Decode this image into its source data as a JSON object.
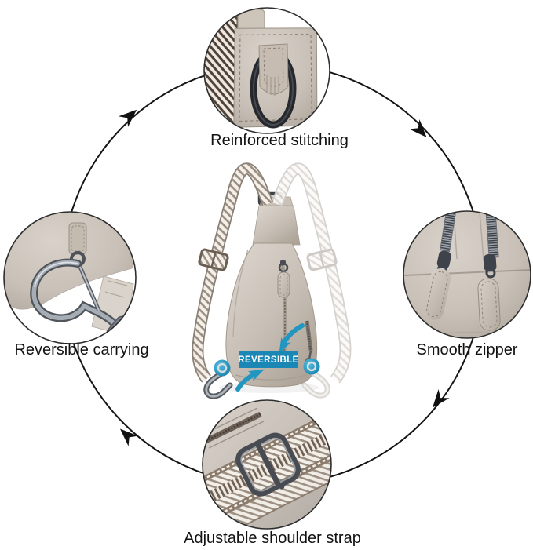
{
  "diagram": {
    "subject": "sling-bag-product-features",
    "cycle_direction": "clockwise",
    "arrow_count": 4
  },
  "features": {
    "top": {
      "label": "Reinforced stitching",
      "photo": "stitched-anchor-patch-with-d-ring"
    },
    "right": {
      "label": "Smooth zipper",
      "photo": "two-zippers-with-leather-pulls"
    },
    "bottom": {
      "label": "Adjustable shoulder strap",
      "photo": "woven-strap-with-slider-buckle"
    },
    "left": {
      "label": "Reversible carrying",
      "photo": "swivel-snap-hook-clasp"
    }
  },
  "center": {
    "badge": "REVERSIBLE"
  },
  "colors": {
    "accent_blue": "#1b87b4",
    "outline_black": "#111111",
    "leather_beige": "#cbc3b9",
    "metal_gunmetal": "#44484f"
  }
}
